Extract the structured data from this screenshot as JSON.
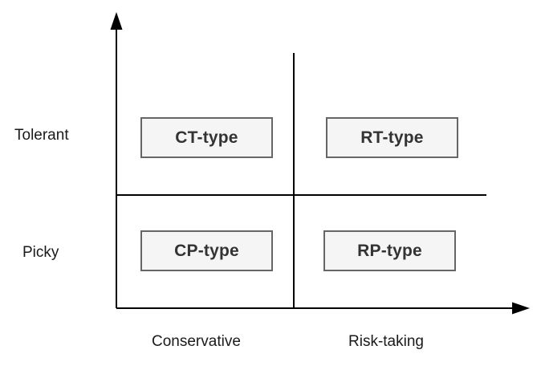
{
  "diagram": {
    "title": "",
    "type": "quadrant-matrix",
    "axis_labels": {
      "y_high": "Tolerant",
      "y_low": "Picky",
      "x_low": "Conservative",
      "x_high": "Risk-taking"
    },
    "quadrants": [
      {
        "position": "top-left",
        "label": "CT-type"
      },
      {
        "position": "top-right",
        "label": "RT-type"
      },
      {
        "position": "bottom-left",
        "label": "CP-type"
      },
      {
        "position": "bottom-right",
        "label": "RP-type"
      }
    ],
    "colors": {
      "background": "#ffffff",
      "line": "#000000",
      "box_fill": "#f5f5f5",
      "box_border": "#666666",
      "box_text": "#333333",
      "label_text": "#1a1a1a"
    }
  }
}
